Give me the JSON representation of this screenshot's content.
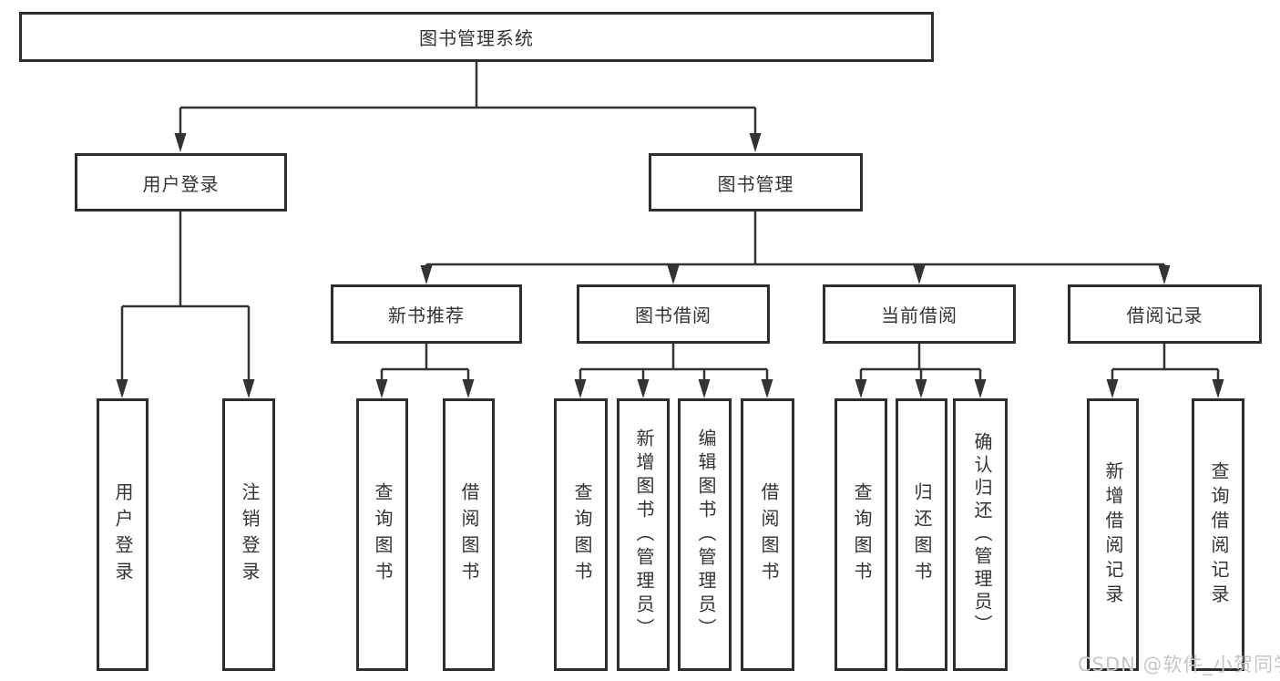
{
  "tree": {
    "label": "图书管理系统",
    "children": [
      {
        "label": "用户登录",
        "children": [
          {
            "label": "用户登录"
          },
          {
            "label": "注销登录"
          }
        ]
      },
      {
        "label": "图书管理",
        "children": [
          {
            "label": "新书推荐",
            "children": [
              {
                "label": "查询图书"
              },
              {
                "label": "借阅图书"
              }
            ]
          },
          {
            "label": "图书借阅",
            "children": [
              {
                "label": "查询图书"
              },
              {
                "label": "新增图书（管理员）"
              },
              {
                "label": "编辑图书（管理员）"
              },
              {
                "label": "借阅图书"
              }
            ]
          },
          {
            "label": "当前借阅",
            "children": [
              {
                "label": "查询图书"
              },
              {
                "label": "归还图书"
              },
              {
                "label": "确认归还（管理员）"
              }
            ]
          },
          {
            "label": "借阅记录",
            "children": [
              {
                "label": "新增借阅记录"
              },
              {
                "label": "查询借阅记录"
              }
            ]
          }
        ]
      }
    ]
  },
  "watermark": "CSDN @软件_小贺同学",
  "colors": {
    "line": "#333333",
    "box_border": "#2d2d2d",
    "text": "#333333",
    "watermark": "#c6c6c6",
    "background": "#ffffff"
  }
}
